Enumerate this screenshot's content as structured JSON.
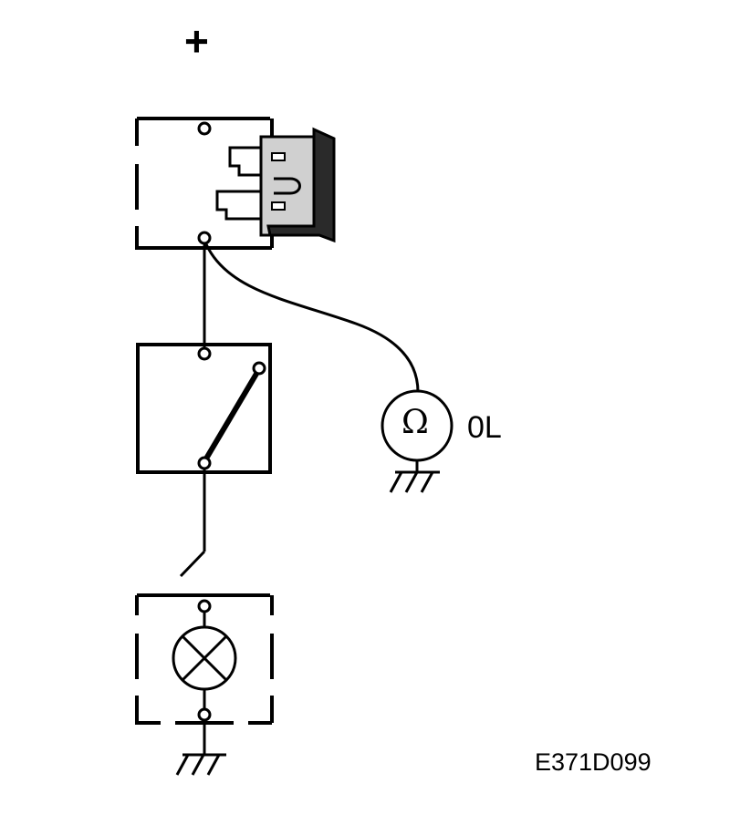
{
  "supply": {
    "polarity": "+"
  },
  "meter": {
    "symbol": "Ω",
    "reading": "0L"
  },
  "figure": {
    "code": "E371D099"
  },
  "colors": {
    "line": "#000000",
    "background": "#ffffff",
    "fuse_body": "#c8c8c8"
  }
}
